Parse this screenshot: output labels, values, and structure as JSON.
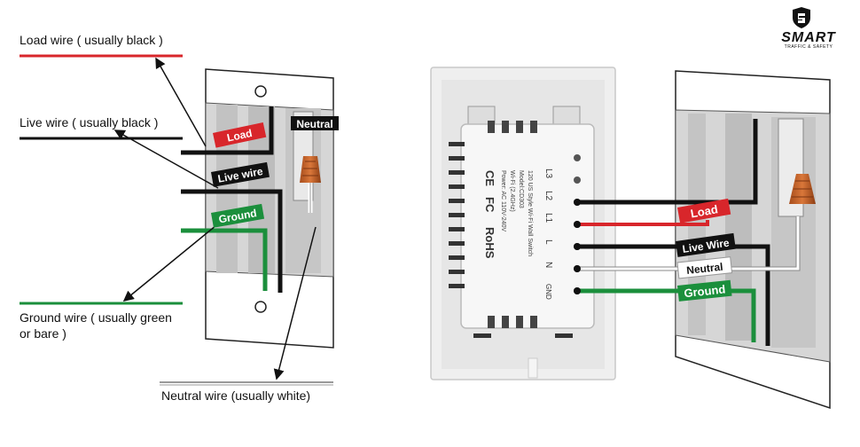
{
  "brand": {
    "name": "SMART",
    "tagline": "TRAFFIC & SAFETY"
  },
  "left_callouts": {
    "load": "Load wire ( usually black )",
    "live": "Live wire ( usually black )",
    "ground_line1": "Ground wire ( usually green",
    "ground_line2": "or bare )",
    "neutral": "Neutral wire (usually white)"
  },
  "left_tags": {
    "load": "Load",
    "live": "Live wire",
    "ground": "Ground",
    "neutral": "Neutral"
  },
  "switch_face": {
    "ce": "CE",
    "fc": "FC",
    "rohs": "RoHS",
    "specs": [
      "120 US Style Wi-Fi Wall Switch",
      "Model:CD303",
      "Wi-Fi (2.4GHz)",
      "Power: AC 110V-240V"
    ],
    "terminals": [
      "L3",
      "L2",
      "L1",
      "L",
      "N",
      "GND"
    ]
  },
  "right_tags": {
    "load": "Load",
    "live": "Live Wire",
    "neutral": "Neutral",
    "ground": "Ground"
  },
  "colors": {
    "load_tag": "#d8262b",
    "ground_tag": "#1b8f3c",
    "load_wire": "#d8262b",
    "ground_wire": "#1b8f3c",
    "wire_black": "#111111",
    "plate_gray": "#d9d9d9"
  }
}
